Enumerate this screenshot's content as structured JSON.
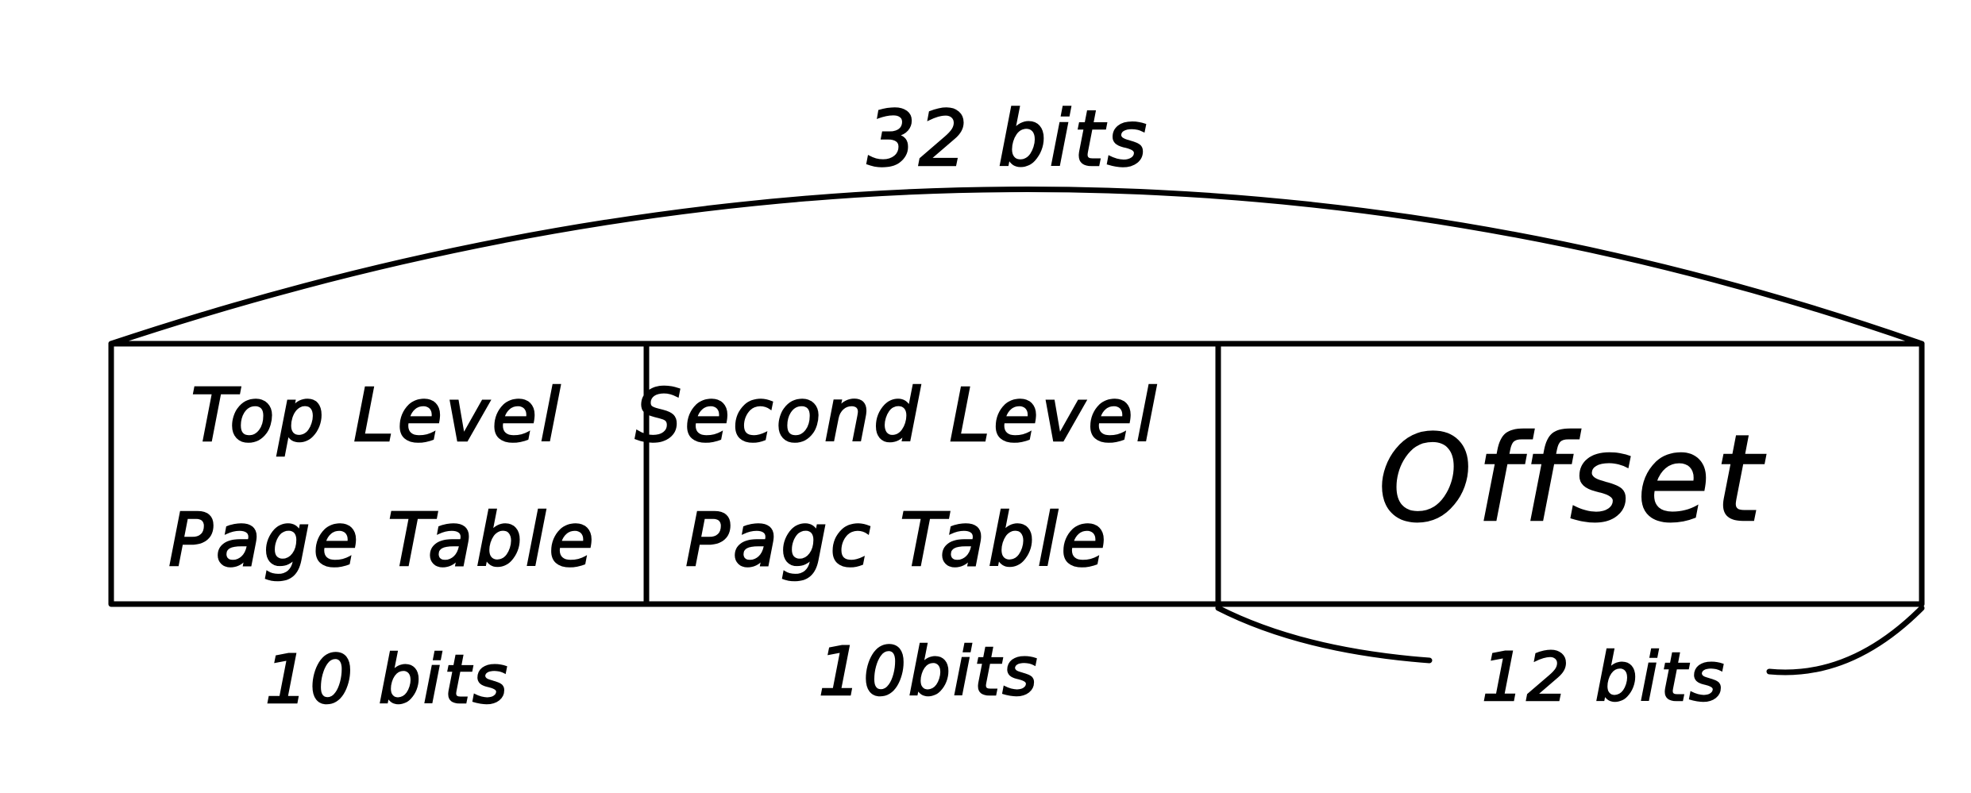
{
  "diagram": {
    "total_width_label": "32 bits",
    "fields": [
      {
        "lines": [
          "Top Level",
          "Page Table"
        ],
        "width_label": "10 bits"
      },
      {
        "lines": [
          "Second Level",
          "Pagc Table"
        ],
        "width_label": "10bits"
      },
      {
        "lines": [
          "Offset"
        ],
        "width_label": "12 bits"
      }
    ],
    "colors": {
      "ink": "#000000",
      "background": "#ffffff"
    }
  }
}
